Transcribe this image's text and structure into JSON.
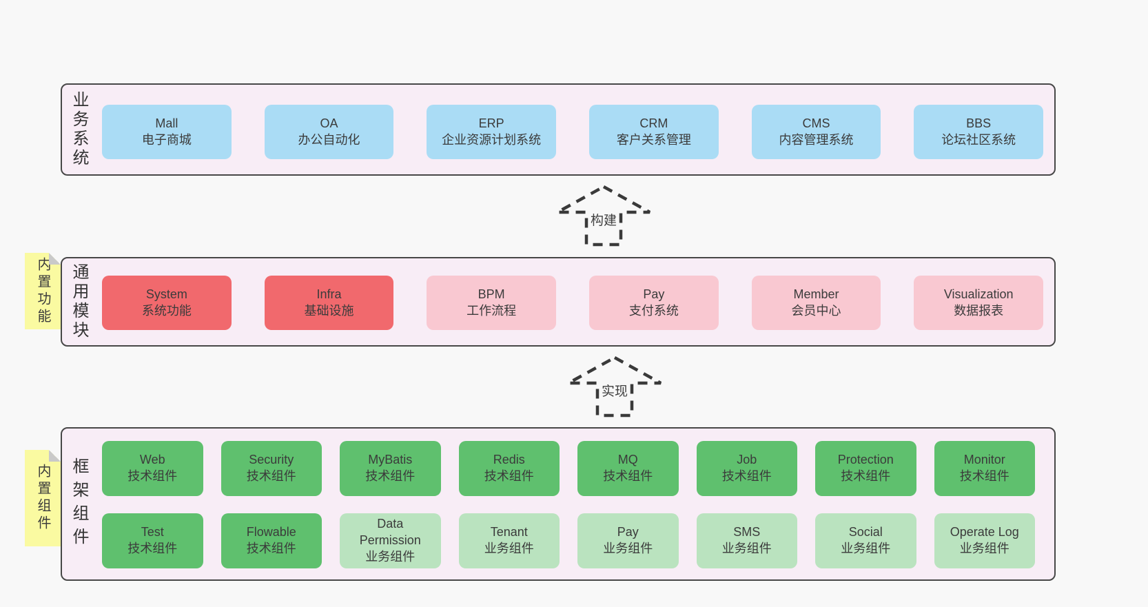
{
  "colors": {
    "page_bg": "#f8f8f8",
    "container_bg": "#f8edf6",
    "container_border": "#474747",
    "sticky_yellow": "#fafaa1",
    "sticky_fold_gray": "#c9c9c9",
    "arrow_dash": "#3a3a3a",
    "text": "#3b3b3b",
    "blue": "#aadcf5",
    "red": "#f1696d",
    "pink": "#f9c8d1",
    "green": "#5fc06e",
    "lightgreen": "#bae3bf"
  },
  "tiers": [
    {
      "id": "business-systems",
      "label": "业务系统",
      "sticky": null,
      "rows": [
        [
          {
            "en": "Mall",
            "zh": "电子商城",
            "variant": "blue"
          },
          {
            "en": "OA",
            "zh": "办公自动化",
            "variant": "blue"
          },
          {
            "en": "ERP",
            "zh": "企业资源计划系统",
            "variant": "blue"
          },
          {
            "en": "CRM",
            "zh": "客户关系管理",
            "variant": "blue"
          },
          {
            "en": "CMS",
            "zh": "内容管理系统",
            "variant": "blue"
          },
          {
            "en": "BBS",
            "zh": "论坛社区系统",
            "variant": "blue"
          }
        ]
      ]
    },
    {
      "id": "common-modules",
      "label": "通用模块",
      "sticky": "内置功能",
      "rows": [
        [
          {
            "en": "System",
            "zh": "系统功能",
            "variant": "red"
          },
          {
            "en": "Infra",
            "zh": "基础设施",
            "variant": "red"
          },
          {
            "en": "BPM",
            "zh": "工作流程",
            "variant": "pink"
          },
          {
            "en": "Pay",
            "zh": "支付系统",
            "variant": "pink"
          },
          {
            "en": "Member",
            "zh": "会员中心",
            "variant": "pink"
          },
          {
            "en": "Visualization",
            "zh": "数据报表",
            "variant": "pink"
          }
        ]
      ]
    },
    {
      "id": "framework-components",
      "label": "框架组件",
      "sticky": "内置组件",
      "rows": [
        [
          {
            "en": "Web",
            "zh": "技术组件",
            "variant": "green"
          },
          {
            "en": "Security",
            "zh": "技术组件",
            "variant": "green"
          },
          {
            "en": "MyBatis",
            "zh": "技术组件",
            "variant": "green"
          },
          {
            "en": "Redis",
            "zh": "技术组件",
            "variant": "green"
          },
          {
            "en": "MQ",
            "zh": "技术组件",
            "variant": "green"
          },
          {
            "en": "Job",
            "zh": "技术组件",
            "variant": "green"
          },
          {
            "en": "Protection",
            "zh": "技术组件",
            "variant": "green"
          },
          {
            "en": "Monitor",
            "zh": "技术组件",
            "variant": "green"
          }
        ],
        [
          {
            "en": "Test",
            "zh": "技术组件",
            "variant": "green"
          },
          {
            "en": "Flowable",
            "zh": "技术组件",
            "variant": "green"
          },
          {
            "en": "Data\nPermission",
            "zh": "业务组件",
            "variant": "lightgreen"
          },
          {
            "en": "Tenant",
            "zh": "业务组件",
            "variant": "lightgreen"
          },
          {
            "en": "Pay",
            "zh": "业务组件",
            "variant": "lightgreen"
          },
          {
            "en": "SMS",
            "zh": "业务组件",
            "variant": "lightgreen"
          },
          {
            "en": "Social",
            "zh": "业务组件",
            "variant": "lightgreen"
          },
          {
            "en": "Operate Log",
            "zh": "业务组件",
            "variant": "lightgreen"
          }
        ]
      ]
    }
  ],
  "arrows": [
    {
      "label": "构建"
    },
    {
      "label": "实现"
    }
  ]
}
